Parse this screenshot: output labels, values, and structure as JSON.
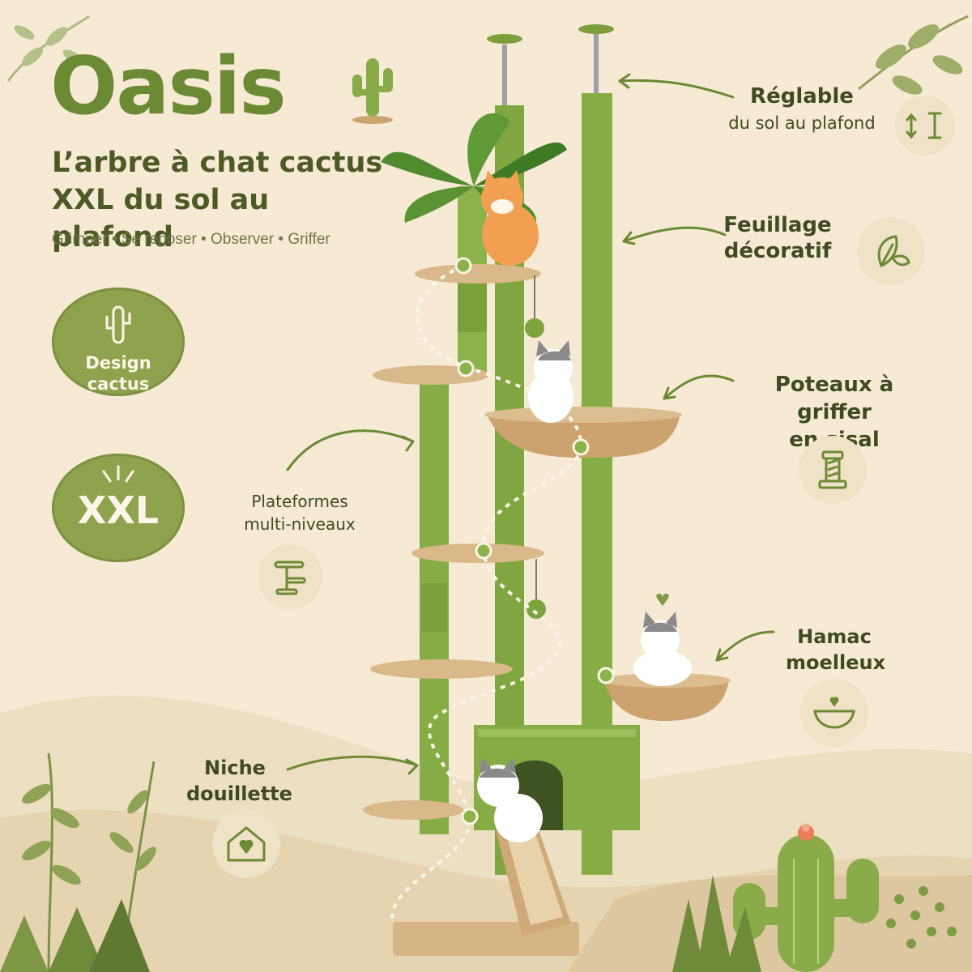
{
  "header": {
    "title": "Oasis",
    "subtitle_line1": "L’arbre à chat cactus",
    "subtitle_line2": "XXL du sol au plafond",
    "tagline": "Grimper • Se reposer • Observer • Griffer"
  },
  "badges": {
    "design_line1": "Design",
    "design_line2": "cactus",
    "size": "XXL"
  },
  "callouts": {
    "reglable_title": "Réglable",
    "reglable_sub": "du sol au plafond",
    "feuillage_line1": "Feuillage",
    "feuillage_line2": "décoratif",
    "poteaux_line1": "Poteaux à griffer",
    "poteaux_line2": "en sisal",
    "plateformes_line1": "Plateformes",
    "plateformes_line2": "multi-niveaux",
    "hamac_line1": "Hamac",
    "hamac_line2": "moelleux",
    "niche_line1": "Niche",
    "niche_line2": "douillette"
  },
  "icons": {
    "adjustable": "adjustable-height-icon",
    "leaf": "leaf-icon",
    "post": "scratching-post-icon",
    "platform": "platform-icon",
    "hammock": "hammock-icon",
    "house": "house-icon",
    "cactus": "cactus-icon"
  },
  "colors": {
    "background": "#f7ead5",
    "brand_green": "#6b8a33",
    "post_green": "#86ad45",
    "badge_green": "#8fa34e",
    "beige": "#d9b88a",
    "text_dark": "#3f4a22"
  }
}
